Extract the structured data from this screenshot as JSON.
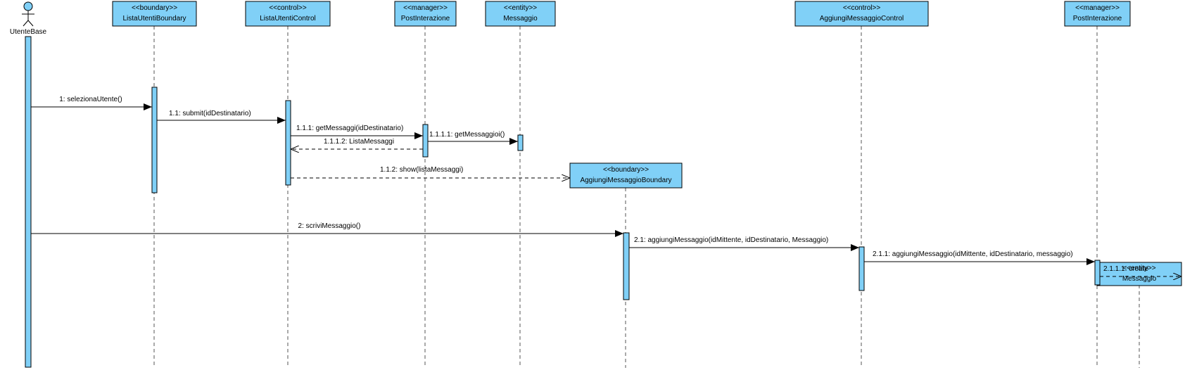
{
  "colors": {
    "fill": "#80d0f7",
    "stroke": "#000000",
    "line": "#444444"
  },
  "actor": {
    "name": "UtenteBase"
  },
  "participants": [
    {
      "id": "p1",
      "stereotype": "<<boundary>>",
      "name": "ListaUtentiBoundary"
    },
    {
      "id": "p2",
      "stereotype": "<<control>>",
      "name": "ListaUtentiControl"
    },
    {
      "id": "p3",
      "stereotype": "<<manager>>",
      "name": "PostInterazione"
    },
    {
      "id": "p4",
      "stereotype": "<<entity>>",
      "name": "Messaggio"
    },
    {
      "id": "p5",
      "stereotype": "<<boundary>>",
      "name": "AggiungiMessaggioBoundary"
    },
    {
      "id": "p6",
      "stereotype": "<<control>>",
      "name": "AggiungiMessaggioControl"
    },
    {
      "id": "p7",
      "stereotype": "<<manager>>",
      "name": "PostInterazione"
    },
    {
      "id": "p8",
      "stereotype": "<<entity>>",
      "name": "Messaggio"
    }
  ],
  "messages": [
    {
      "id": "m1",
      "label": "1: selezionaUtente()",
      "kind": "sync"
    },
    {
      "id": "m2",
      "label": "1.1: submit(idDestinatario)",
      "kind": "sync"
    },
    {
      "id": "m3",
      "label": "1.1.1: getMessaggi(idDestinatario)",
      "kind": "sync"
    },
    {
      "id": "m4",
      "label": "1.1.1.1: getMessaggioi()",
      "kind": "sync"
    },
    {
      "id": "m5",
      "label": "1.1.1.2: ListaMessaggi",
      "kind": "return"
    },
    {
      "id": "m6",
      "label": "1.1.2: show(listaMessaggi)",
      "kind": "create"
    },
    {
      "id": "m7",
      "label": "2: scriviMessaggio()",
      "kind": "sync"
    },
    {
      "id": "m8",
      "label": "2.1: aggiungiMessaggio(idMittente, idDestinatario, Messaggio)",
      "kind": "sync"
    },
    {
      "id": "m9",
      "label": "2.1.1: aggiungiMessaggio(idMittente, idDestinatario, messaggio)",
      "kind": "sync"
    },
    {
      "id": "m10",
      "label": "2.1.1.1: create",
      "kind": "create"
    }
  ]
}
